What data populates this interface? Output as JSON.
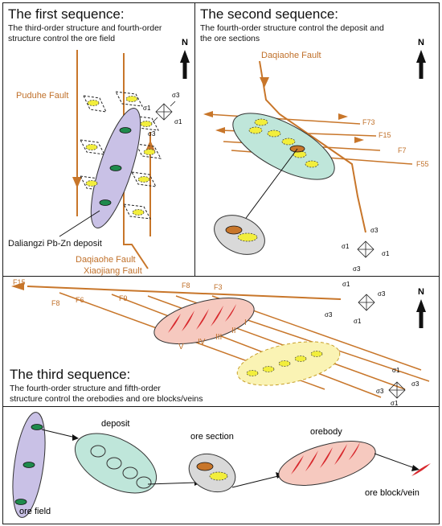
{
  "panel1": {
    "title": "The first sequence:",
    "subtitle_line1": "The third-order structure and fourth-order",
    "subtitle_line2": "structure control the ore field",
    "fault_puduhe": "Puduhe Fault",
    "deposit_label": "Daliangzi Pb-Zn deposit",
    "fault_daqiaohe": "Daqiaohe Fault",
    "fault_xiaojiang": "Xiaojiang Fault"
  },
  "panel2": {
    "title": "The second sequence:",
    "subtitle_line1": "The fourth-order structure control the deposit and",
    "subtitle_line2": "the ore sections",
    "fault_daqiaohe": "Daqiaohe Fault",
    "fault_labels": [
      "F73",
      "F15",
      "F7",
      "F55"
    ]
  },
  "panel3": {
    "title": "The third sequence:",
    "subtitle_line1": "The fourth-order structure and fifth-order",
    "subtitle_line2": "structure control the orebodies and ore blocks/veins",
    "fault_labels": [
      "F15",
      "F8",
      "F3",
      "F8",
      "F6",
      "F9"
    ],
    "roman_labels": [
      "I",
      "II",
      "III",
      "IV",
      "V"
    ]
  },
  "panel4": {
    "labels": [
      "deposit",
      "ore section",
      "orebody",
      "ore field",
      "ore block/vein"
    ]
  },
  "north": "N",
  "stress": {
    "s1": "σ1",
    "s3": "σ3"
  },
  "colors": {
    "fault": "#c8762a",
    "fault_text": "#c0702a",
    "ore_field_fill": "#c9c1e6",
    "deposit_fill": "#bfe6da",
    "section_fill": "#d9d9d9",
    "orebody_fill": "#f6c9bf",
    "ore_yellow": "#f2ee3c",
    "ore_green": "#1f8a4c",
    "ore_red": "#d8282d"
  }
}
